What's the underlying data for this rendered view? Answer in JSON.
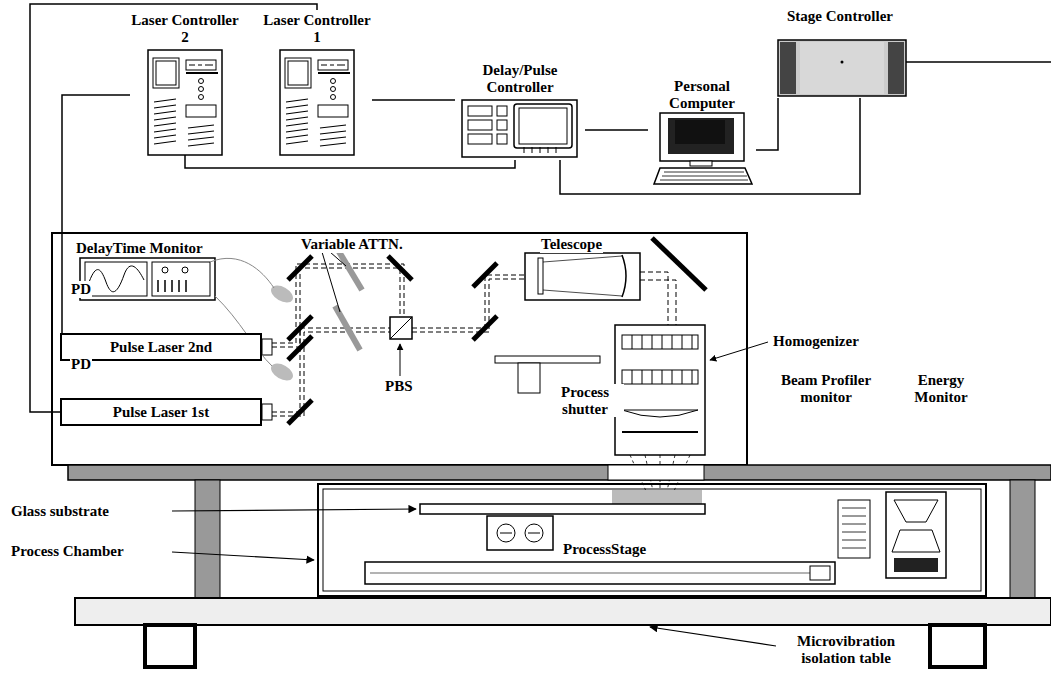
{
  "diagram": {
    "nodes": [
      {
        "text": [
          "Laser Controller 2"
        ]
      },
      {
        "text": [
          "Laser Controller 1"
        ]
      },
      {
        "text": [
          "Delay/Pulse Controller"
        ]
      },
      {
        "text": [
          "Personal Computer"
        ]
      },
      {
        "text": [
          "Stage Controller"
        ]
      },
      {
        "text": [
          "DelayTime Monitor"
        ]
      },
      {
        "text": [
          "Pulse Laser 2nd"
        ]
      },
      {
        "text": [
          "Pulse Laser 1st"
        ]
      }
    ],
    "edges": [
      {
        "from": 0,
        "to": 6,
        "arrow": "none"
      },
      {
        "from": 1,
        "to": 7,
        "arrow": "none"
      },
      {
        "from": 0,
        "to": 2,
        "arrow": "none"
      },
      {
        "from": 1,
        "to": 2,
        "arrow": "none"
      },
      {
        "from": 2,
        "to": 3,
        "arrow": "none"
      },
      {
        "from": 3,
        "to": 4,
        "arrow": "none"
      },
      {
        "from": 2,
        "to": 4,
        "arrow": "none"
      }
    ],
    "labels": [
      "Variable ATTN.",
      "PD",
      "PD",
      "PBS",
      "Telescope",
      "Process shutter",
      "Homogenizer",
      "Beam Profiler monitor",
      "Energy Monitor",
      "Glass substrate",
      "Process Chamber",
      "ProcessStage",
      "Microvibration isolation table"
    ]
  }
}
